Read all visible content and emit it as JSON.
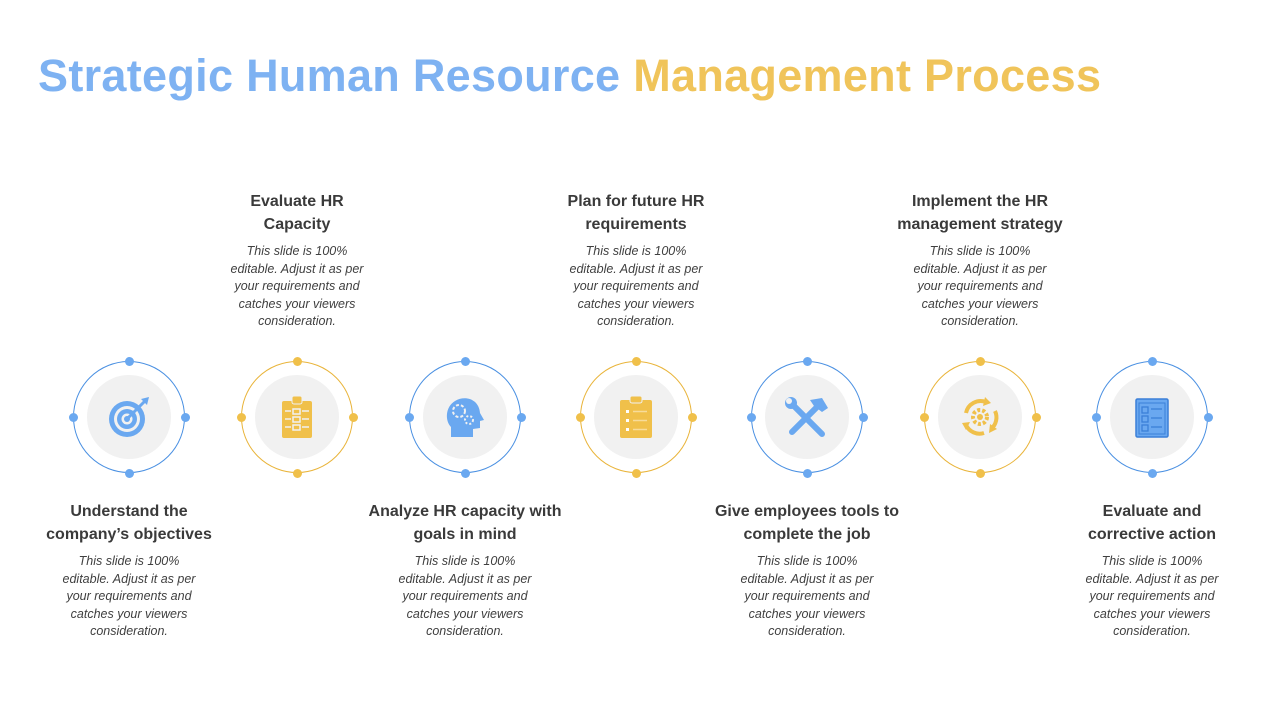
{
  "title": {
    "part1": "Strategic Human Resource",
    "part2": "Management Process"
  },
  "colors": {
    "blue": "#4a90e2",
    "gold": "#e9b43a",
    "grey": "#f1f1f1"
  },
  "steps": [
    {
      "title": "Understand the company’s objectives",
      "desc": "This slide is 100% editable. Adjust it as per your requirements and catches your viewers consideration.",
      "icon": "target-icon"
    },
    {
      "title": "Evaluate HR Capacity",
      "desc": "This slide is 100% editable. Adjust it as per your requirements and catches your viewers consideration.",
      "icon": "checklist-clipboard-icon"
    },
    {
      "title": "Analyze HR capacity with goals in mind",
      "desc": "This slide is 100% editable. Adjust it as per your requirements and catches your viewers consideration.",
      "icon": "head-gears-icon"
    },
    {
      "title": "Plan for future HR requirements",
      "desc": "This slide is 100% editable. Adjust it as per your requirements and catches your viewers consideration.",
      "icon": "clipboard-list-icon"
    },
    {
      "title": "Give employees tools to complete the job",
      "desc": "This slide is 100% editable. Adjust it as per your requirements and catches your viewers consideration.",
      "icon": "tools-icon"
    },
    {
      "title": "Implement the HR management strategy",
      "desc": "This slide is 100% editable. Adjust it as per your requirements and catches your viewers consideration.",
      "icon": "gear-cycle-icon"
    },
    {
      "title": "Evaluate and corrective action",
      "desc": "This slide is 100% editable. Adjust it as per your requirements and catches your viewers consideration.",
      "icon": "checklist-icon"
    }
  ]
}
